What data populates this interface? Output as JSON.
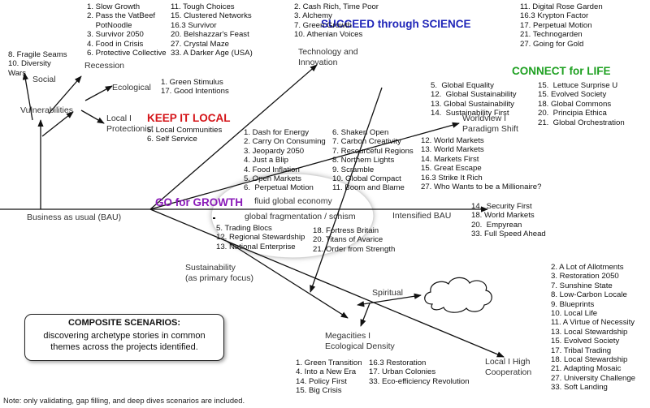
{
  "headlines": {
    "succeed": "SUCCEED through SCIENCE",
    "connect": "CONNECT for LIFE",
    "local": "KEEP IT LOCAL",
    "growth": "GO for GROWTH"
  },
  "colors": {
    "succeed": "#1f25b8",
    "connect": "#1ea021",
    "local": "#d41418",
    "growth": "#8a1bb8",
    "line": "#111111"
  },
  "branches": {
    "bau": "Business as usual (BAU)",
    "vulnerabilities": "Vulnerabilities",
    "social": "Social",
    "recession": "Recession",
    "ecological": "Ecological",
    "local_protectionist": "Local I\nProtectionist",
    "technology": "Technology and\nInnovation",
    "worldview": "Worldview I\nParadigm Shift",
    "intensified": "Intensified BAU",
    "sustainability": "Sustainability\n(as primary focus)",
    "spiritual": "Spiritual",
    "megacities": "Megacities I\nEcological Density",
    "local_high": "Local I High\nCooperation",
    "fluid": "fluid global economy",
    "fragmentation": "global fragmentation / schism"
  },
  "lists": {
    "social": [
      "8. Fragile Seams",
      "10. Diversity",
      "Wars"
    ],
    "recession_a": [
      "1. Slow Growth",
      "2. Pass the VatBeef",
      "    PotNoodle",
      "3. Survivor 2050",
      "4. Food in Crisis",
      "6. Protective Collective"
    ],
    "recession_b": [
      "11. Tough Choices",
      "15. Clustered Networks",
      "16.3 Survivor",
      "20. Belshazzar's Feast",
      "27. Crystal Maze",
      "33. A Darker Age (USA)"
    ],
    "ecological": [
      "1. Green Stimulus",
      "17. Good Intentions"
    ],
    "local_protectionist": [
      "5. Local Communities",
      "6. Self Service"
    ],
    "technology": [
      "2. Cash Rich, Time Poor",
      "3. Alchemy",
      "7. Green Growth",
      "10. Athenian Voices"
    ],
    "succeed": [
      "11. Digital Rose Garden",
      "16.3 Krypton Factor",
      "17. Perpetual Motion",
      "21. Technogarden",
      "27. Going for Gold"
    ],
    "connect_a": [
      "5.  Global Equality",
      "12.  Global Sustainability",
      "13. Global Sustainability",
      "14.  Sustainability First"
    ],
    "connect_b": [
      "15.  Lettuce Surprise U",
      "15. Evolved Society",
      "18. Global Commons",
      "20.  Principia Ethica",
      "21.  Global Orchestration"
    ],
    "growth_a": [
      "1. Dash for Energy",
      "2. Carry On Consuming",
      "3. Jeopardy 2050",
      "4. Just a Blip",
      "4. Food Inflation",
      "5. Open Markets",
      "6.  Perpetual Motion"
    ],
    "growth_b": [
      "6. Shaken Open",
      "7. Carbon Creativity",
      "7. Resourceful Regions",
      "8. Northern Lights",
      "9. Scramble",
      "10. Global Compact",
      "11. Boom and Blame"
    ],
    "worldview_markets": [
      "12. World Markets",
      "13. World Markets",
      "14. Markets First",
      "15. Great Escape",
      "16.3 Strike It Rich",
      "27. Who Wants to be a Millionaire?"
    ],
    "fragmentation_a": [
      "5. Trading Blocs",
      "12. Regional Stewardship",
      "13. National Enterprise"
    ],
    "fragmentation_b": [
      "18. Fortress Britain",
      "20. Titans of Avarice",
      "21. Order from Strength"
    ],
    "intensified": [
      "14.  Security First",
      "18. World Markets",
      "20.  Empyrean",
      "33. Full Speed Ahead"
    ],
    "local_high": [
      "2. A Lot of Allotments",
      "3. Restoration 2050",
      "7. Sunshine State",
      "8. Low-Carbon Locale",
      "9. Blueprints",
      "10. Local Life",
      "11. A Virtue of Necessity",
      "13. Local Stewardship",
      "15. Evolved Society",
      "17. Tribal Trading",
      "18. Local Stewardship",
      "21. Adapting Mosaic",
      "27. University Challenge",
      "33. Soft Landing"
    ],
    "megacities_a": [
      "1. Green Transition",
      "4. Into a New Era",
      "14. Policy First",
      "15. Big Crisis"
    ],
    "megacities_b": [
      "16.3 Restoration",
      "17. Urban Colonies",
      "33. Eco-efficiency Revolution"
    ]
  },
  "composite": {
    "title": "COMPOSITE SCENARIOS:",
    "body": "discovering archetype stories in common\nthemes across the projects identified."
  },
  "note": "Note: only validating, gap filling, and deep dives scenarios are included."
}
